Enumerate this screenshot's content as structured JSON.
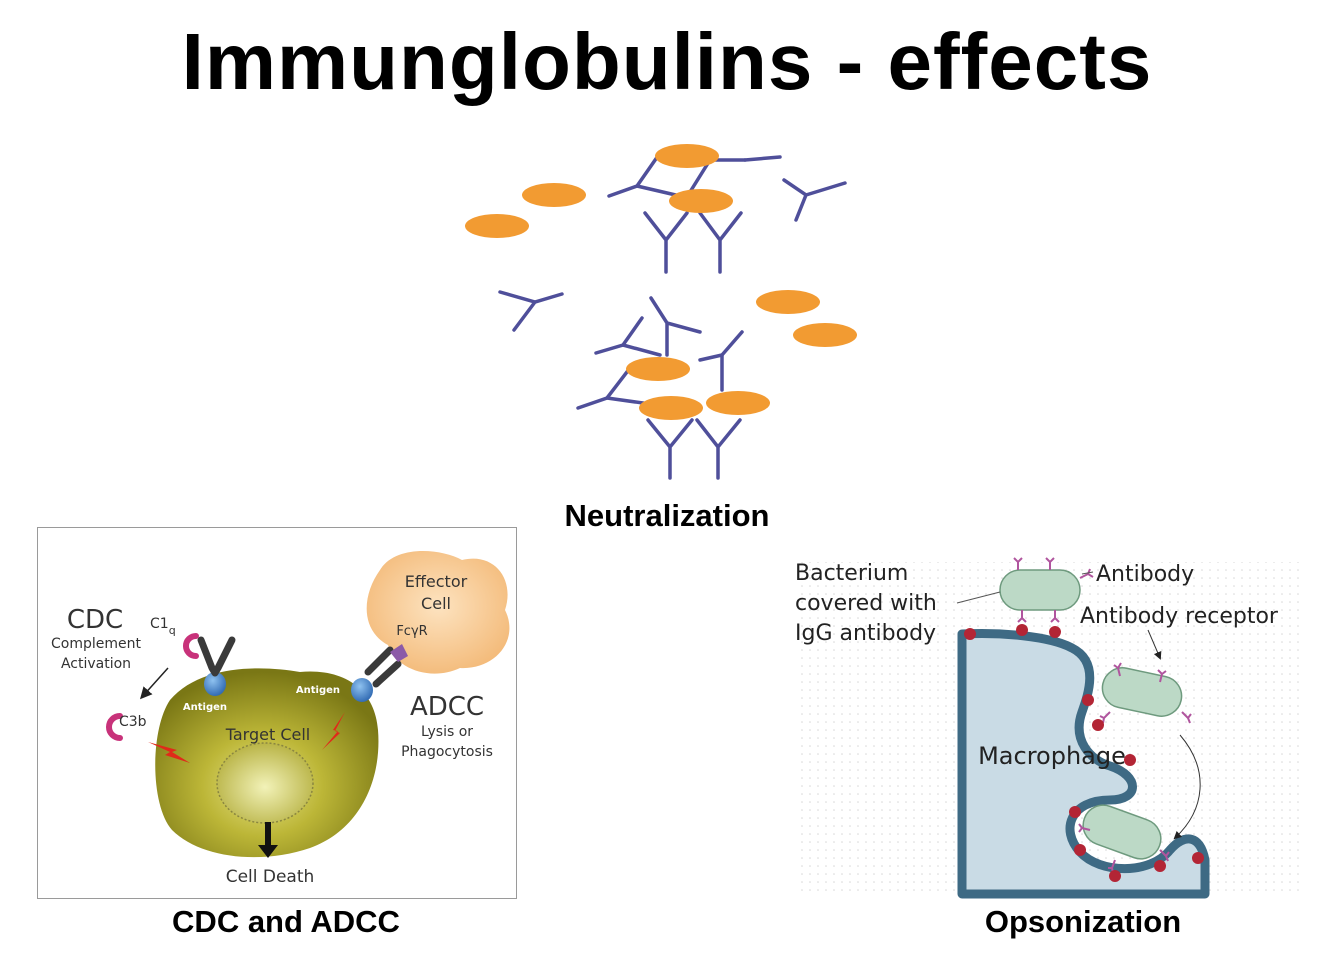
{
  "slide": {
    "title": "Immunglobulins - effects"
  },
  "neutralization": {
    "caption": "Neutralization",
    "colors": {
      "antigen": "#f29b32",
      "antibody": "#4f4f9a"
    }
  },
  "cdc_adcc": {
    "caption": "CDC and ADCC",
    "effector_cell_line1": "Effector",
    "effector_cell_line2": "Cell",
    "fc_receptor": "FcγR",
    "cdc": "CDC",
    "complement_line1": "Complement",
    "complement_line2": "Activation",
    "c1q_main": "C1",
    "c1q_sub": "q",
    "c3b": "C3b",
    "antigen_left": "Antigen",
    "antigen_right": "Antigen",
    "target_cell": "Target Cell",
    "adcc": "ADCC",
    "lysis_line1": "Lysis or",
    "lysis_line2": "Phagocytosis",
    "cell_death": "Cell Death",
    "colors": {
      "target_cell": "#8c8a1c",
      "effector_cell": "#f6c58e",
      "complement": "#c8327a",
      "antigen": "#3d7fc8"
    }
  },
  "opsonization": {
    "caption": "Opsonization",
    "bacterium_line1": "Bacterium",
    "bacterium_line2": "covered with",
    "bacterium_line3": "IgG antibody",
    "antibody": "Antibody",
    "antibody_receptor": "Antibody receptor",
    "macrophage": "Macrophage",
    "colors": {
      "macrophage": "#c9dbe5",
      "membrane": "#3e6a84",
      "bacterium": "#bcd9c6",
      "antibody": "#b0559e",
      "receptor": "#b32535"
    }
  }
}
